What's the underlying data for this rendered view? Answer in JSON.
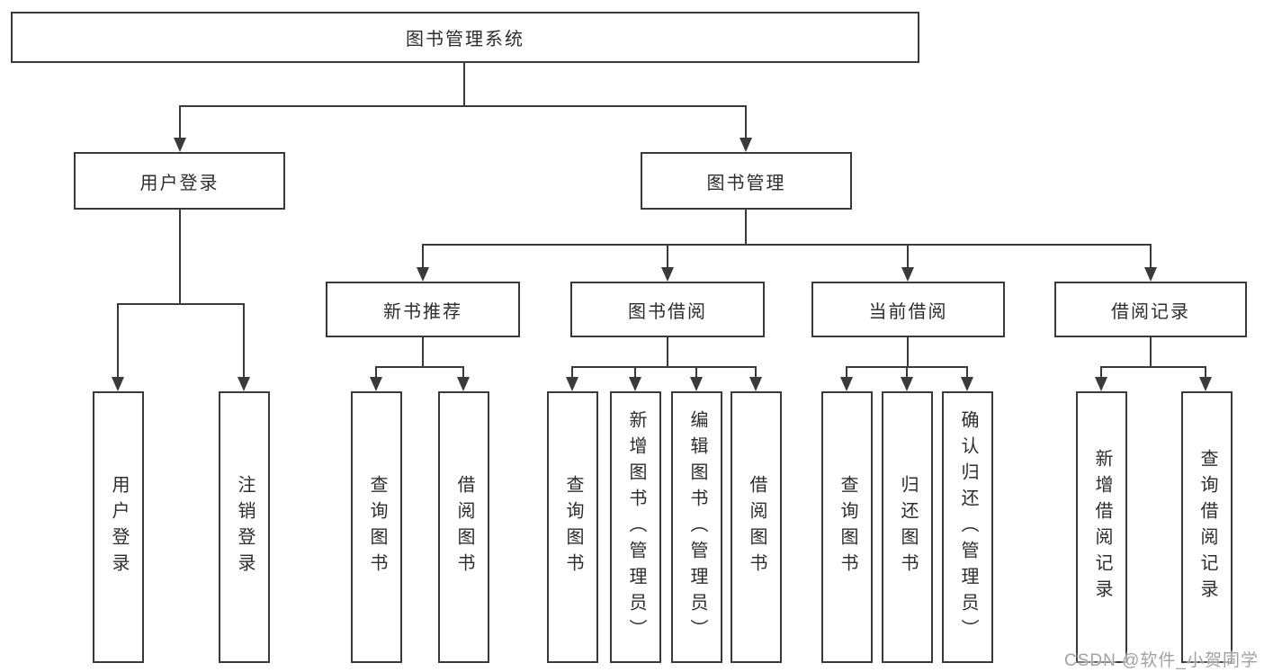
{
  "diagram": {
    "title_node": {
      "label": "图书管理系统"
    },
    "level2": [
      {
        "label": "用户登录"
      },
      {
        "label": "图书管理"
      }
    ],
    "level3": [
      {
        "label": "新书推荐",
        "parent": "图书管理"
      },
      {
        "label": "图书借阅",
        "parent": "图书管理"
      },
      {
        "label": "当前借阅",
        "parent": "图书管理"
      },
      {
        "label": "借阅记录",
        "parent": "图书管理"
      }
    ],
    "level4": [
      {
        "label": "用户登录",
        "parent": "用户登录"
      },
      {
        "label": "注销登录",
        "parent": "用户登录"
      },
      {
        "label": "查询图书",
        "parent": "新书推荐"
      },
      {
        "label": "借阅图书",
        "parent": "新书推荐"
      },
      {
        "label": "查询图书",
        "parent": "图书借阅"
      },
      {
        "label": "新增图书（管理员）",
        "parent": "图书借阅"
      },
      {
        "label": "编辑图书（管理员）",
        "parent": "图书借阅"
      },
      {
        "label": "借阅图书",
        "parent": "图书借阅"
      },
      {
        "label": "查询图书",
        "parent": "当前借阅"
      },
      {
        "label": "归还图书",
        "parent": "当前借阅"
      },
      {
        "label": "确认归还（管理员）",
        "parent": "当前借阅"
      },
      {
        "label": "新增借阅记录",
        "parent": "借阅记录"
      },
      {
        "label": "查询借阅记录",
        "parent": "借阅记录"
      }
    ],
    "watermark": "CSDN @软件_小贺同学",
    "colors": {
      "line": "#3a3a3a",
      "text": "#2d2d2d",
      "background": "#ffffff",
      "watermark": "#a2a2a2"
    }
  }
}
